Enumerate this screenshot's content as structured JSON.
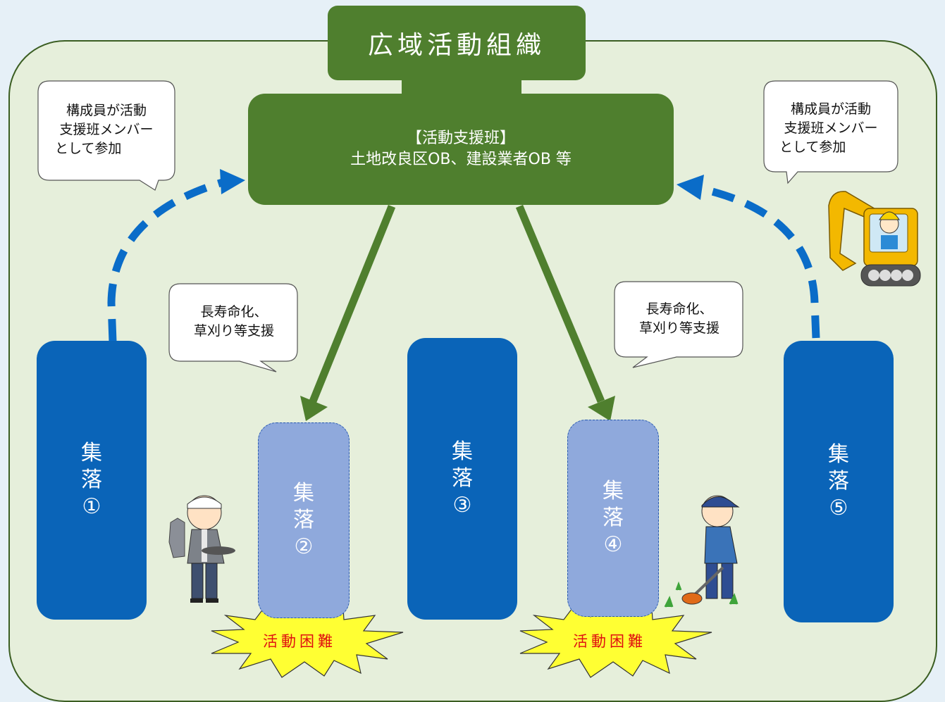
{
  "organization": {
    "title": "広域活動組織"
  },
  "support_team": {
    "line1": "【活動支援班】",
    "line2": "土地改良区OB、建設業者OB 等"
  },
  "bubbles": {
    "left_top": [
      "構成員が活動",
      "支援班メンバー",
      "として参加"
    ],
    "right_top": [
      "構成員が活動",
      "支援班メンバー",
      "として参加"
    ],
    "left_mid": [
      "長寿命化、",
      "草刈り等支援"
    ],
    "right_mid": [
      "長寿命化、",
      "草刈り等支援"
    ]
  },
  "villages": [
    {
      "line1": "集",
      "line2": "落",
      "num": "①",
      "status": "active"
    },
    {
      "line1": "集",
      "line2": "落",
      "num": "②",
      "status": "difficult"
    },
    {
      "line1": "集",
      "line2": "落",
      "num": "③",
      "status": "active"
    },
    {
      "line1": "集",
      "line2": "落",
      "num": "④",
      "status": "difficult"
    },
    {
      "line1": "集",
      "line2": "落",
      "num": "⑤",
      "status": "active"
    }
  ],
  "burst_label": "活動困難",
  "colors": {
    "green": "#4f7f2e",
    "village": "#0a64b8",
    "village_weak": "#8fa9dc",
    "arrow_blue": "#0a6cc8",
    "burst": "#ffff33",
    "burst_text": "#e01010"
  },
  "icons": [
    "stone-mason-worker-icon",
    "grass-trimmer-worker-icon",
    "excavator-operator-icon"
  ]
}
